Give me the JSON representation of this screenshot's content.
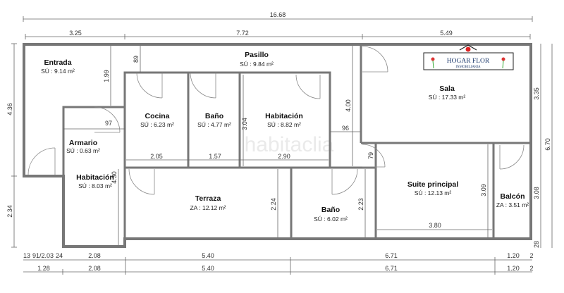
{
  "rooms": {
    "entrada": {
      "name": "Entrada",
      "area": "SÚ : 9.14 m²"
    },
    "pasillo": {
      "name": "Pasillo",
      "area": "SÚ : 9.84 m²"
    },
    "cocina": {
      "name": "Cocina",
      "area": "SÚ : 6.23 m²"
    },
    "bano1": {
      "name": "Baño",
      "area": "SÚ : 4.77 m²"
    },
    "habitacion1": {
      "name": "Habitación",
      "area": "SÚ : 8.82 m²"
    },
    "sala": {
      "name": "Sala",
      "area": "SÚ : 17.33 m²"
    },
    "armario": {
      "name": "Armario",
      "area": "SÚ : 0.63 m²"
    },
    "habitacion2": {
      "name": "Habitación",
      "area": "SÚ : 8.03 m²"
    },
    "terraza": {
      "name": "Terraza",
      "area": "ZA : 12.12 m²"
    },
    "bano2": {
      "name": "Baño",
      "area": "SÚ : 6.02 m²"
    },
    "suite": {
      "name": "Suite principal",
      "area": "SÚ : 12.13 m²"
    },
    "balcon": {
      "name": "Balcón",
      "area": "ZA : 3.51 m²"
    }
  },
  "dimensions": {
    "total_width": "16.68",
    "top": [
      "3.25",
      "7.72",
      "5.49"
    ],
    "left": [
      "4.36",
      "2.34"
    ],
    "right": [
      "3.35",
      "3.08",
      "28",
      "6.70"
    ],
    "interior": {
      "d89": "89",
      "d199": "1.99",
      "d97": "97",
      "d304": "3.04",
      "d400": "4.00",
      "d96": "96",
      "d205": "2.05",
      "d157": "1.57",
      "d290": "2.90",
      "d430": "4.30",
      "d224": "2.24",
      "d79": "79",
      "d223": "2.23",
      "d309": "3.09",
      "d380": "3.80"
    },
    "bottom1": [
      "13",
      "91/2.03",
      "24",
      "2.08",
      "5.40",
      "6.71",
      "1.20",
      "2"
    ],
    "bottom2": [
      "1.28",
      "2.08",
      "5.40",
      "6.71",
      "1.20",
      "2"
    ]
  },
  "logo": {
    "name": "HOGAR FLOR",
    "sub": "INMOBILIARIA"
  },
  "watermark": "habitaclia"
}
